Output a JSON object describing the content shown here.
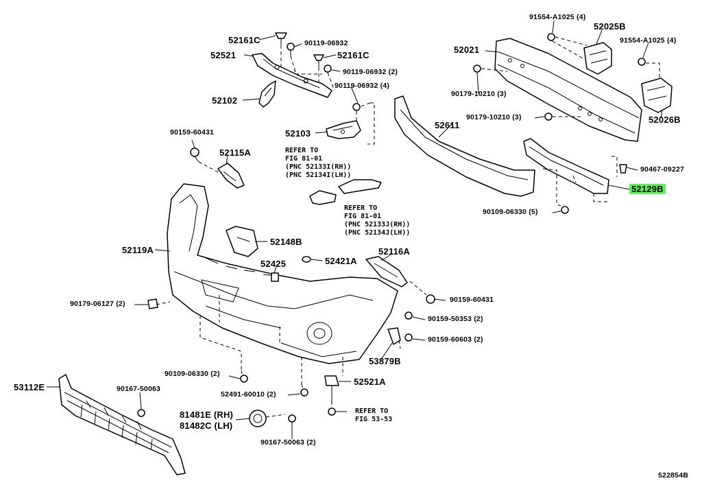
{
  "labels": {
    "p52161c_a": "52161C",
    "p90119_06932_a": "90119-06932",
    "p52521": "52521",
    "p52161c_b": "52161C",
    "p90119_06932_2": "90119-06932 (2)",
    "p90119_06932_4": "90119-06932 (4)",
    "p52102": "52102",
    "p52103": "52103",
    "p90159_60431_a": "90159-60431",
    "p52115a": "52115A",
    "ref_81_01_a": "REFER TO\nFIG 81-01\n(PNC 52133I(RH))\n(PNC 52134I(LH))",
    "ref_81_01_b": "REFER TO\nFIG 81-01\n(PNC 52133J(RH))\n(PNC 52134J(LH))",
    "p52119a": "52119A",
    "p52148b": "52148B",
    "p52425": "52425",
    "p52421a": "52421A",
    "p52116a": "52116A",
    "p90179_06127_2": "90179-06127 (2)",
    "p90159_60431_b": "90159-60431",
    "p90159_50353_2": "90159-50353 (2)",
    "p90159_60603_2": "90159-60603 (2)",
    "p53879b": "53879B",
    "p90109_06330_2": "90109-06330 (2)",
    "p52521a": "52521A",
    "p53112e": "53112E",
    "p90167_50063": "90167-50063",
    "p52491_60010_2": "52491-60010 (2)",
    "p81481e": "81481E (RH)",
    "p81482c": "81482C (LH)",
    "ref_53_53": "REFER TO\nFIG 53-53",
    "p90167_50063_2": "90167-50063 (2)",
    "p91554_a1025_4_a": "91554-A1025 (4)",
    "p52025b": "52025B",
    "p91554_a1025_4_b": "91554-A1025 (4)",
    "p52021": "52021",
    "p90179_10210_3_a": "90179-10210 (3)",
    "p90179_10210_3_b": "90179-10210 (3)",
    "p52026b": "52026B",
    "p52611": "52611",
    "p90467_09227": "90467-09227",
    "p52129b": "52129B",
    "p90109_06330_5": "90109-06330 (5)",
    "figure_id": "522854B"
  },
  "colors": {
    "highlight": "#5cf05c",
    "ink": "#000000",
    "paper": "#ffffff"
  }
}
